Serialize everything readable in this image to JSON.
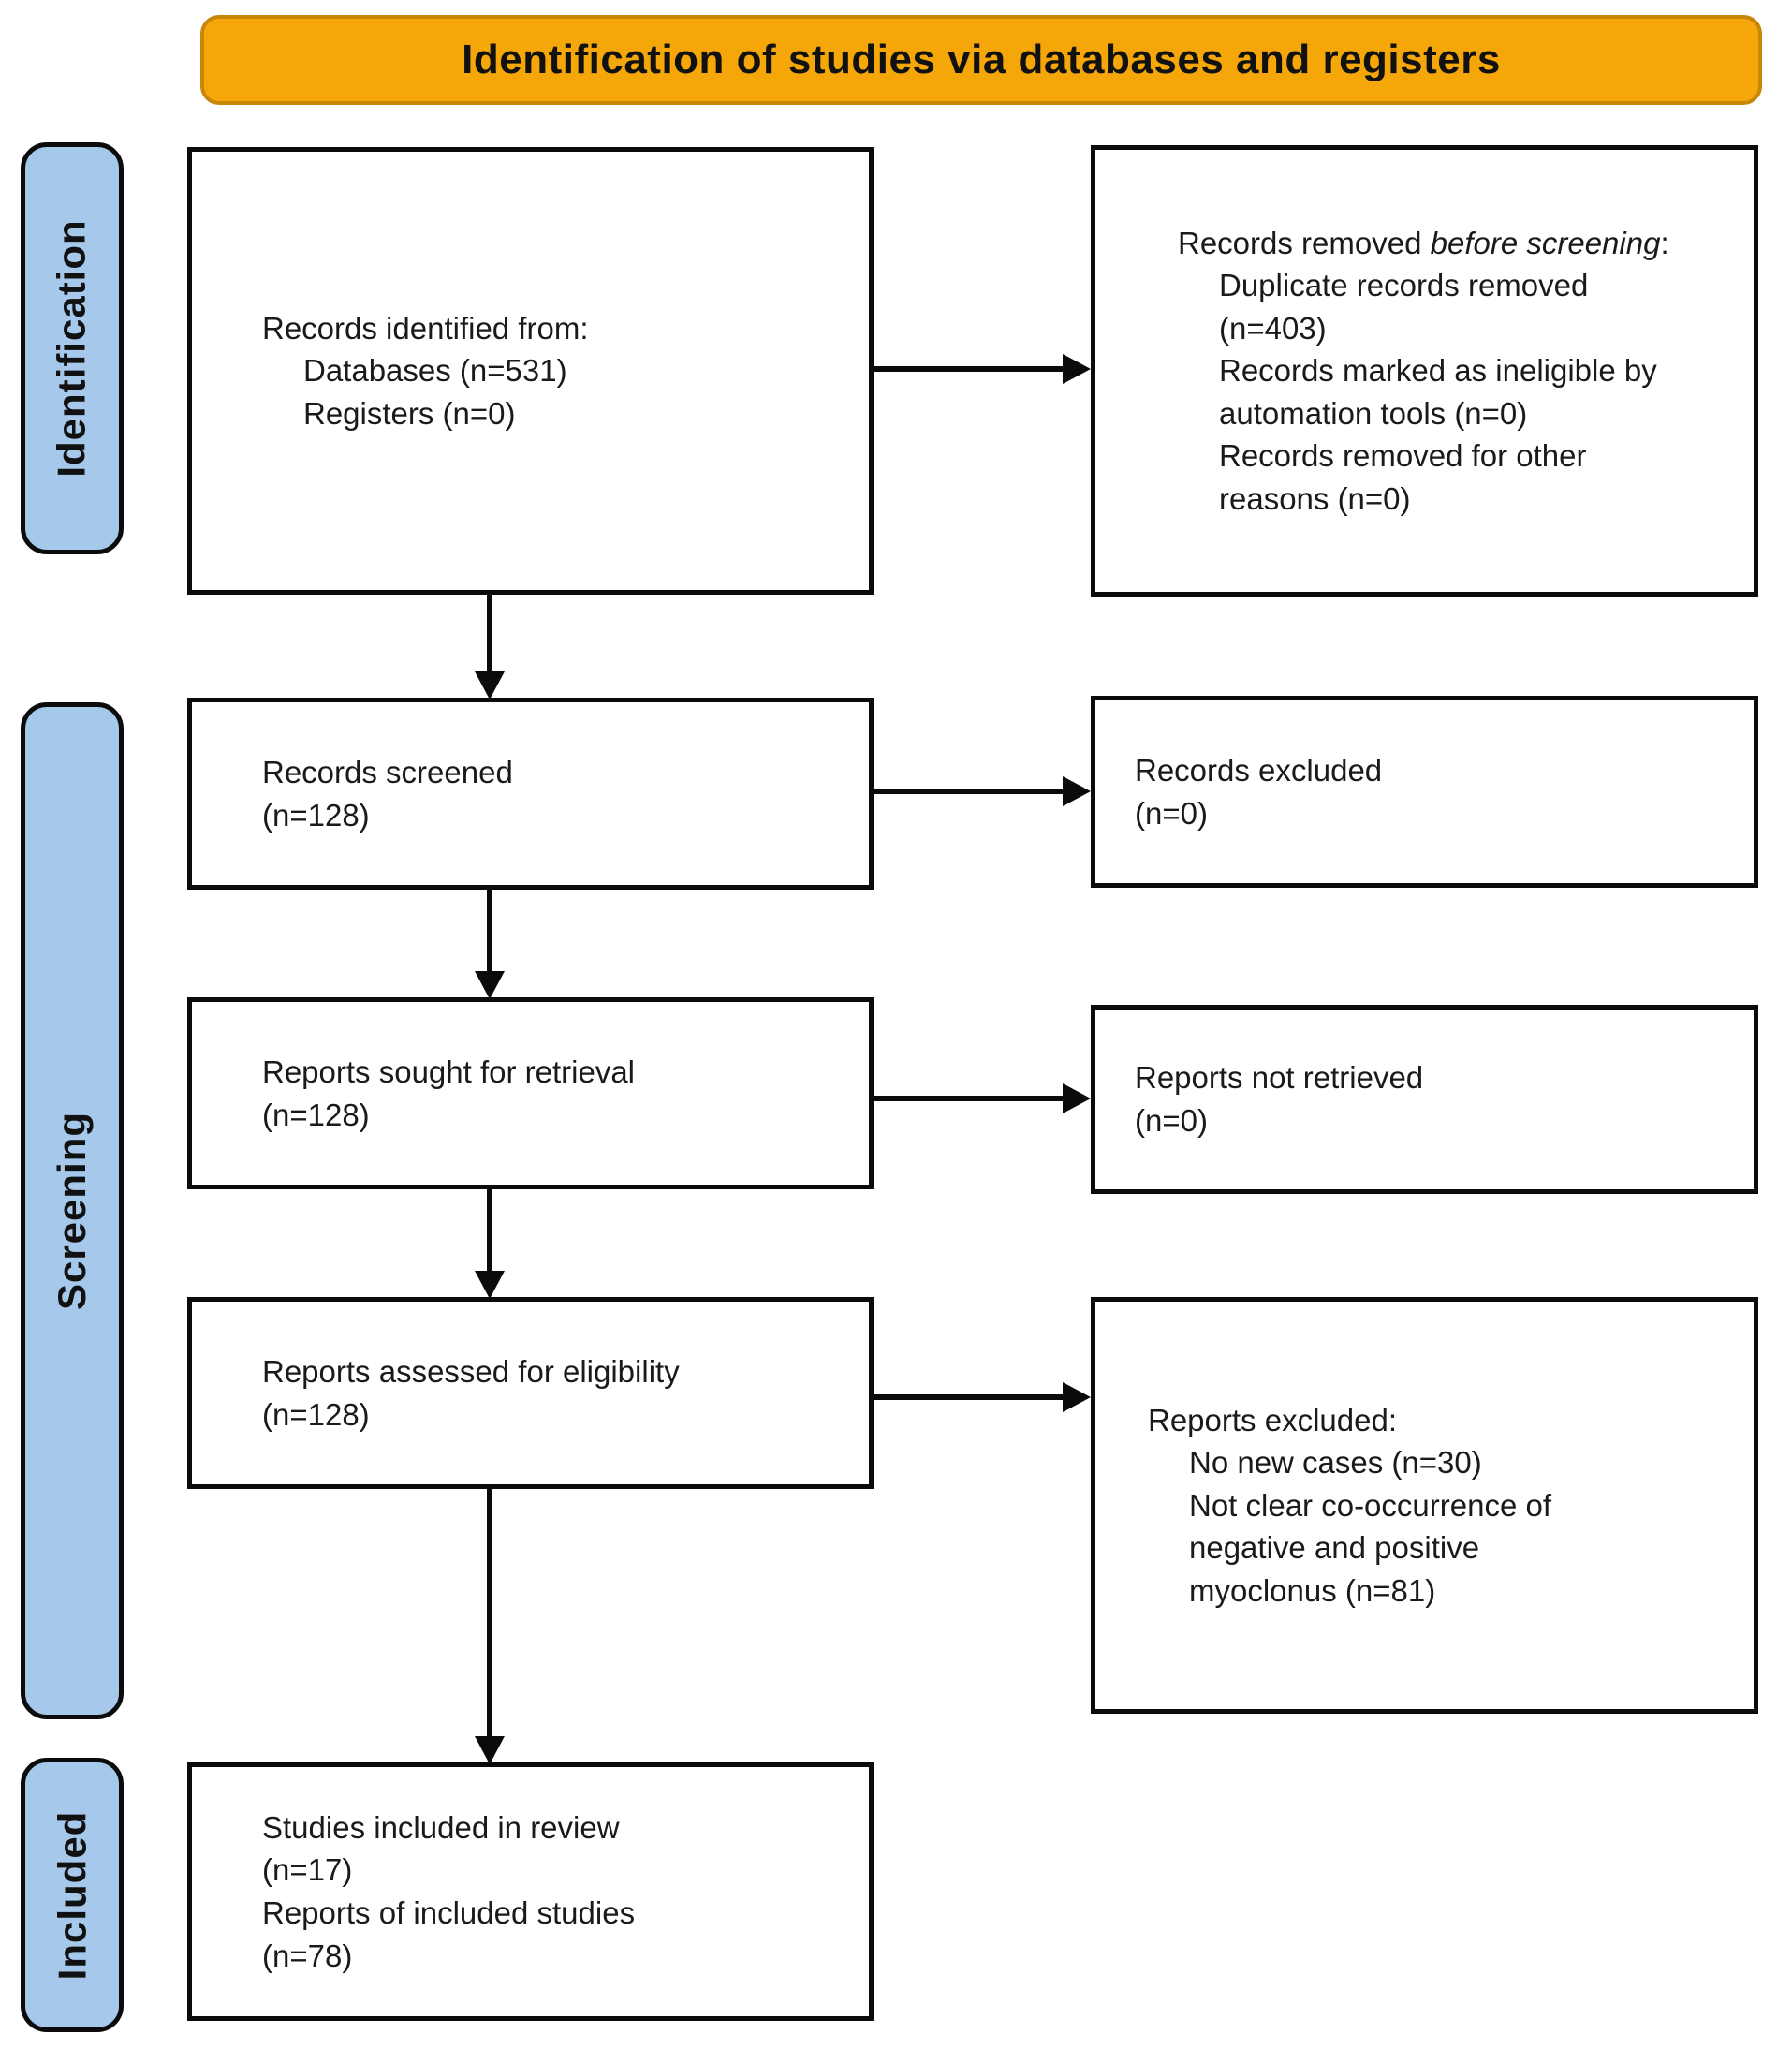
{
  "header": {
    "title": "Identification of studies via databases and registers"
  },
  "stages": {
    "identification": "Identification",
    "screening": "Screening",
    "included": "Included"
  },
  "boxes": {
    "records_identified": {
      "intro": "Records identified from:",
      "items": [
        "Databases (n=531)",
        "Registers (n=0)"
      ]
    },
    "records_removed": {
      "title_plain": "Records removed ",
      "title_italic": "before screening",
      "title_suffix": ":",
      "items": [
        "Duplicate records removed (n=403)",
        "Records marked as ineligible by automation tools (n=0)",
        "Records removed for other reasons (n=0)"
      ]
    },
    "records_screened": {
      "lines": [
        "Records screened",
        "(n=128)"
      ]
    },
    "records_excluded": {
      "lines": [
        "Records excluded",
        "(n=0)"
      ]
    },
    "reports_sought": {
      "lines": [
        "Reports sought for retrieval",
        "(n=128)"
      ]
    },
    "reports_not_retrieved": {
      "lines": [
        "Reports not retrieved",
        "(n=0)"
      ]
    },
    "reports_assessed": {
      "lines": [
        "Reports assessed for eligibility",
        "(n=128)"
      ]
    },
    "reports_excluded": {
      "title": "Reports excluded:",
      "items": [
        "No new cases (n=30)",
        "Not clear co-occurrence of negative and positive myoclonus (n=81)"
      ]
    },
    "studies_included": {
      "lines": [
        "Studies included in review",
        "(n=17)",
        "Reports of included studies",
        "(n=78)"
      ]
    }
  },
  "colors": {
    "header-fill": "#F5A70A",
    "header-border": "#C8860A",
    "stage-fill": "#A5C8EB",
    "line-color": "#0B0B0B"
  }
}
